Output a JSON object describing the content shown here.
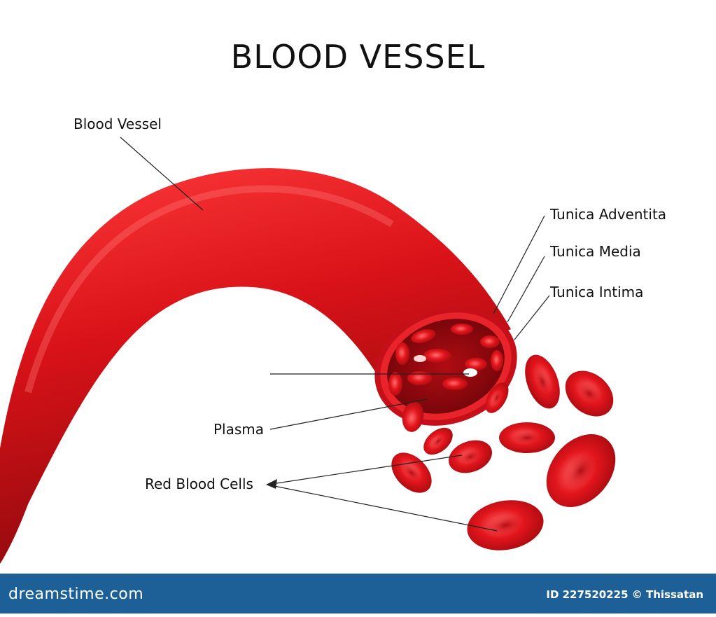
{
  "title": "BLOOD VESSEL",
  "labels": {
    "blood_vessel": "Blood Vessel",
    "tunica_adventita": "Tunica Adventita",
    "tunica_media": "Tunica Media",
    "tunica_intima": "Tunica Intima",
    "plasma": "Plasma",
    "red_blood_cells": "Red Blood Cells"
  },
  "footer": {
    "brand": "dreamstime.com",
    "credit": "ID 227520225 © Thissatan"
  },
  "colors": {
    "vessel": "#d9141b",
    "vessel_dark": "#9a0a0e",
    "cell": "#e2151c",
    "footer_bg": "#1d5f97"
  }
}
